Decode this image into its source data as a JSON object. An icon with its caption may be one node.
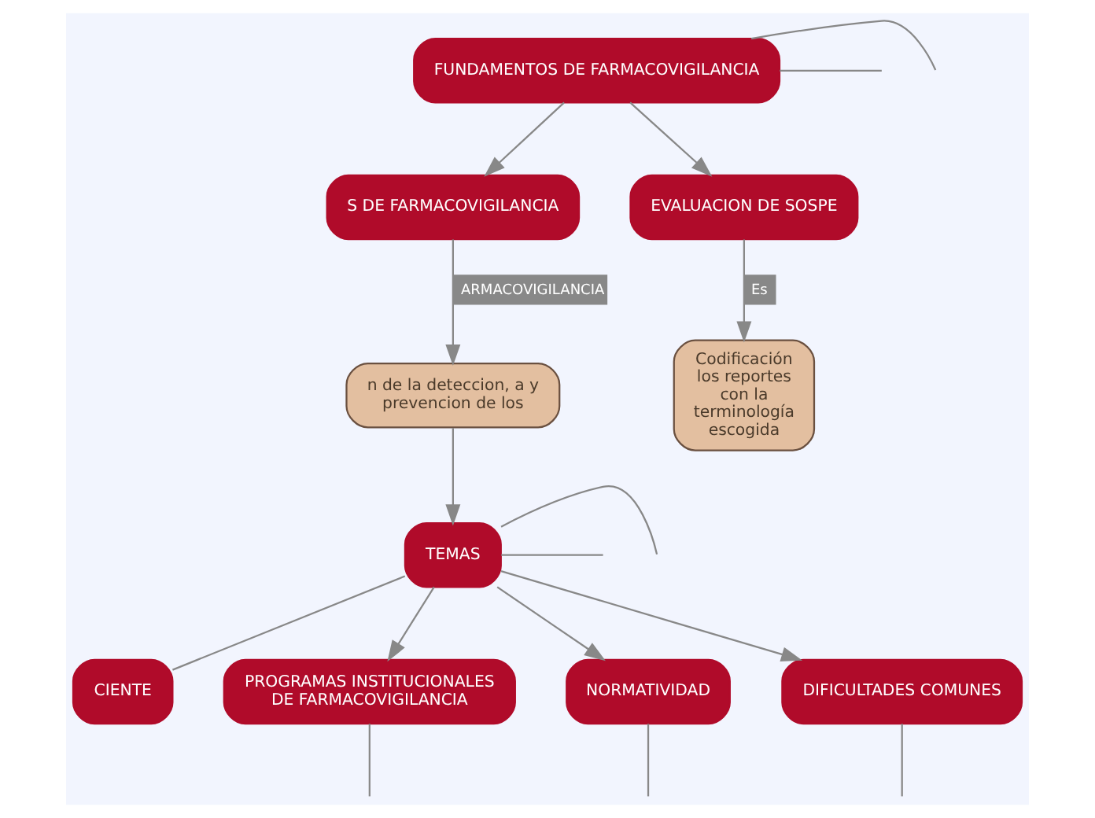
{
  "diagram": {
    "nodes": [
      {
        "text": [
          "FUNDAMENTOS DE FARMACOVIGILANCIA"
        ]
      },
      {
        "text": [
          "S DE FARMACOVIGILANCIA"
        ]
      },
      {
        "text": [
          "n de la deteccion, a y prevencion de los"
        ]
      },
      {
        "text": [
          "TEMAS"
        ]
      },
      {
        "text": [
          "CIENTE"
        ]
      },
      {
        "text": [
          "PROGRAMAS INSTITUCIONALES DE FARMACOVIGILANCIA"
        ]
      },
      {
        "text": [
          "NORMATIVIDAD"
        ]
      },
      {
        "text": [
          "DIFICULTADES COMUNES"
        ]
      },
      {
        "text": [
          "EVALUACION DE SOSPE"
        ]
      },
      {
        "text": [
          "Codificación los reportes con la terminología escogida"
        ]
      }
    ],
    "edges": [
      {
        "from": 0,
        "to": null,
        "arrow": "none"
      },
      {
        "from": 0,
        "to": null,
        "arrow": "none"
      },
      {
        "from": 0,
        "to": 1,
        "arrow": "to"
      },
      {
        "from": 1,
        "to": 2,
        "arrow": "to",
        "label": "ARMACOVIGILANCIA"
      },
      {
        "from": 2,
        "to": 3,
        "arrow": "to"
      },
      {
        "from": 3,
        "to": null,
        "arrow": "none"
      },
      {
        "from": 3,
        "to": null,
        "arrow": "none"
      },
      {
        "from": 3,
        "to": 4,
        "arrow": "none"
      },
      {
        "from": 3,
        "to": 5,
        "arrow": "to"
      },
      {
        "from": 3,
        "to": 6,
        "arrow": "to"
      },
      {
        "from": 3,
        "to": 7,
        "arrow": "to"
      },
      {
        "from": 5,
        "to": null,
        "arrow": "none"
      },
      {
        "from": 6,
        "to": null,
        "arrow": "none"
      },
      {
        "from": 7,
        "to": null,
        "arrow": "none"
      },
      {
        "from": 0,
        "to": 8,
        "arrow": "to"
      },
      {
        "from": 8,
        "to": 9,
        "arrow": "to",
        "label": "Es"
      }
    ]
  }
}
